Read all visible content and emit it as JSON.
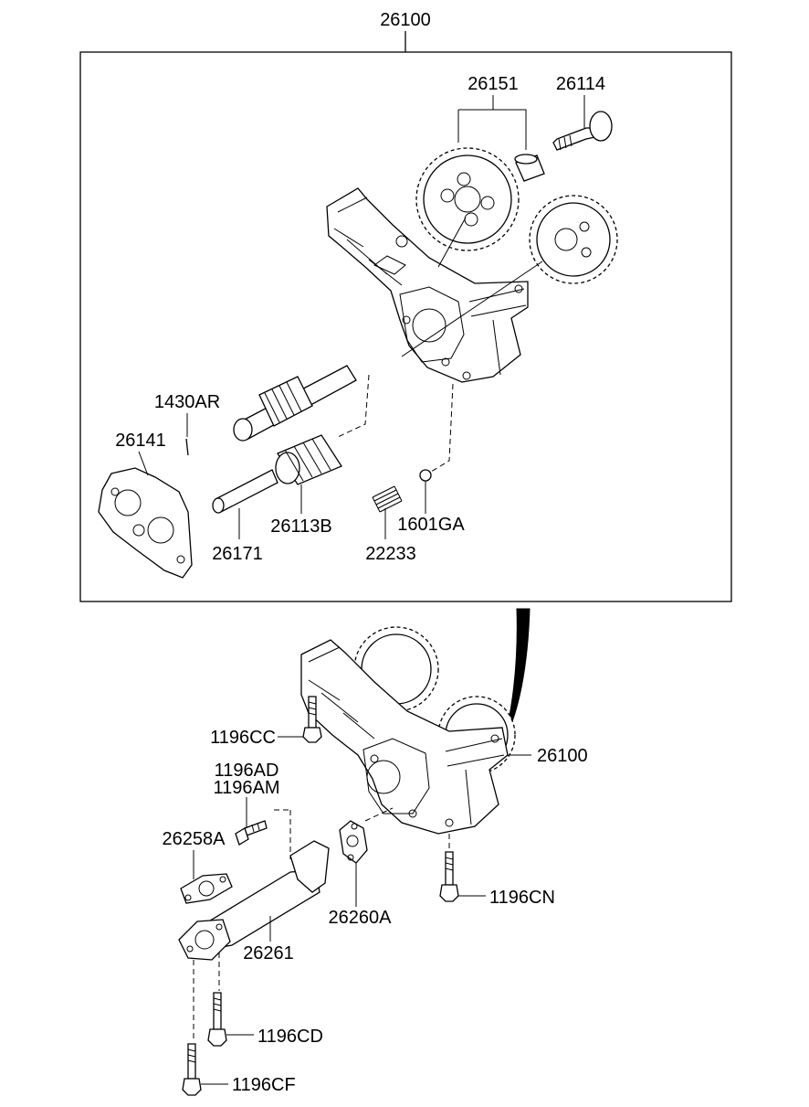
{
  "labels": {
    "assembly_top": "26100",
    "drive_gear_set": "26151",
    "gear_shaft": "26114",
    "pin": "1430AR",
    "cover": "26141",
    "rotor_shaft": "26171",
    "driven_rotor": "26113B",
    "spring": "22233",
    "relief_ball": "1601GA",
    "assembly_side": "26100",
    "bolt_cc": "1196CC",
    "bolt_ad": "1196AD",
    "bolt_am": "1196AM",
    "gasket_a": "26258A",
    "gasket_b": "26260A",
    "strainer_pipe": "26261",
    "bolt_cn": "1196CN",
    "bolt_cd": "1196CD",
    "bolt_cf": "1196CF"
  }
}
